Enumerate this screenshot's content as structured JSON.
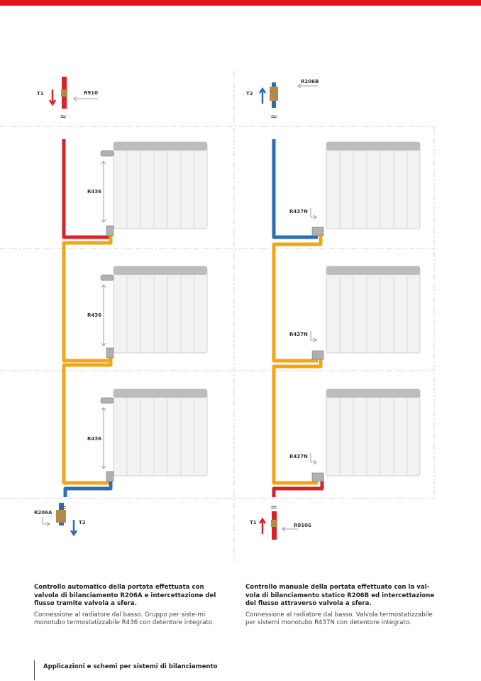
{
  "colors": {
    "brand": "#e3141c",
    "hot": "#d6232a",
    "cold": "#2e6db4",
    "loop": "#f2a516"
  },
  "left": {
    "top_labels": {
      "temp": "T1",
      "valve": "R910"
    },
    "radiator_valve_labels": [
      "R436",
      "R436",
      "R436"
    ],
    "bottom_labels": {
      "valve": "R206A",
      "temp": "T2"
    },
    "caption_title": "Controllo automatico della portata effettuata con valvola di bilanciamento R206A e intercettazione del flusso tramite valvola a sfera.",
    "caption_text": "Connessione al radiatore dal basso. Gruppo per siste-mi monotubo termostatizzabile  R436 con detentore integrato."
  },
  "right": {
    "top_labels": {
      "temp": "T2",
      "valve": "R206B"
    },
    "radiator_valve_labels": [
      "R437N",
      "R437N",
      "R437N"
    ],
    "bottom_labels": {
      "temp": "T1",
      "valve": "R910S"
    },
    "caption_title": "Controllo manuale della portata effettuato con la val-vola di bilanciamento statico R206B ed intercettazione del flusso attraverso valvola a sfera.",
    "caption_text": "Connessione al radiatore dal basso. Valvola termostatizzabile per sistemi monotubo R437N con detentore integrato."
  },
  "footer": {
    "section_title": "Applicazioni e schemi per sistemi di bilanciamento"
  }
}
